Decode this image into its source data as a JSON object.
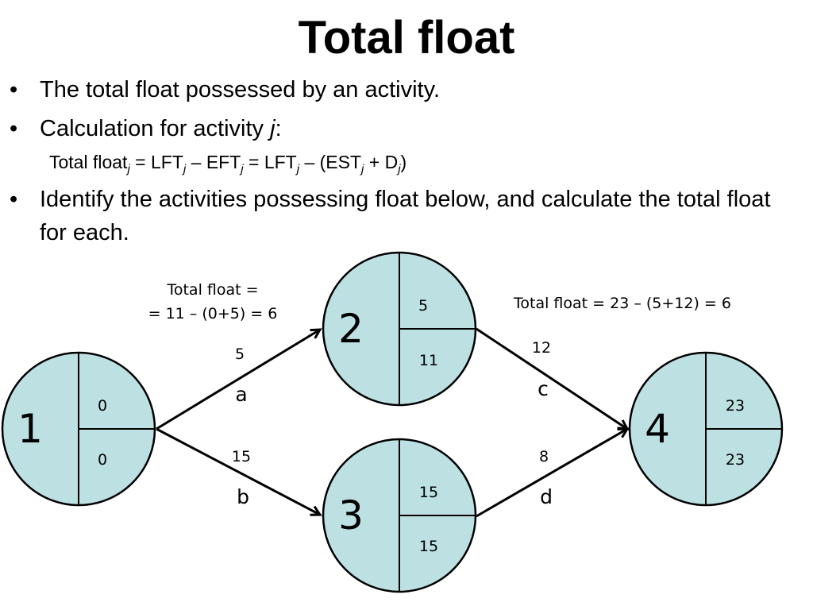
{
  "slide": {
    "title": "Total float",
    "bullets": [
      {
        "symbol": "•",
        "text": "The total float possessed by an activity."
      },
      {
        "symbol": "•",
        "text_before": "Calculation for activity ",
        "text_italic": "j",
        "text_after": ":"
      },
      {
        "symbol": "•",
        "text": "Identify the activities possessing float below, and calculate the total float for each."
      }
    ],
    "formula": {
      "p1": "Total float",
      "s1": "j",
      "p2": " = LFT",
      "s2": "j",
      "p3": " – EFT",
      "s3": "j",
      "p4": " = LFT",
      "s4": "j",
      "p5": " – (EST",
      "s5": "j",
      "p6": " + D",
      "s6": "j",
      "p7": ")"
    }
  },
  "network": {
    "nodes": [
      {
        "id": "1",
        "top": "0",
        "bottom": "0"
      },
      {
        "id": "2",
        "top": "5",
        "bottom": "11"
      },
      {
        "id": "3",
        "top": "15",
        "bottom": "15"
      },
      {
        "id": "4",
        "top": "23",
        "bottom": "23"
      }
    ],
    "activities": [
      {
        "name": "a",
        "duration": "5"
      },
      {
        "name": "b",
        "duration": "15"
      },
      {
        "name": "c",
        "duration": "12"
      },
      {
        "name": "d",
        "duration": "8"
      }
    ],
    "annotations": {
      "a_line1": "Total float =",
      "a_line2": "= 11 – (0+5) = 6",
      "c_line": "Total float = 23 – (5+12) = 6"
    },
    "colors": {
      "node_fill": "#bde0e3",
      "stroke": "#000000"
    }
  }
}
